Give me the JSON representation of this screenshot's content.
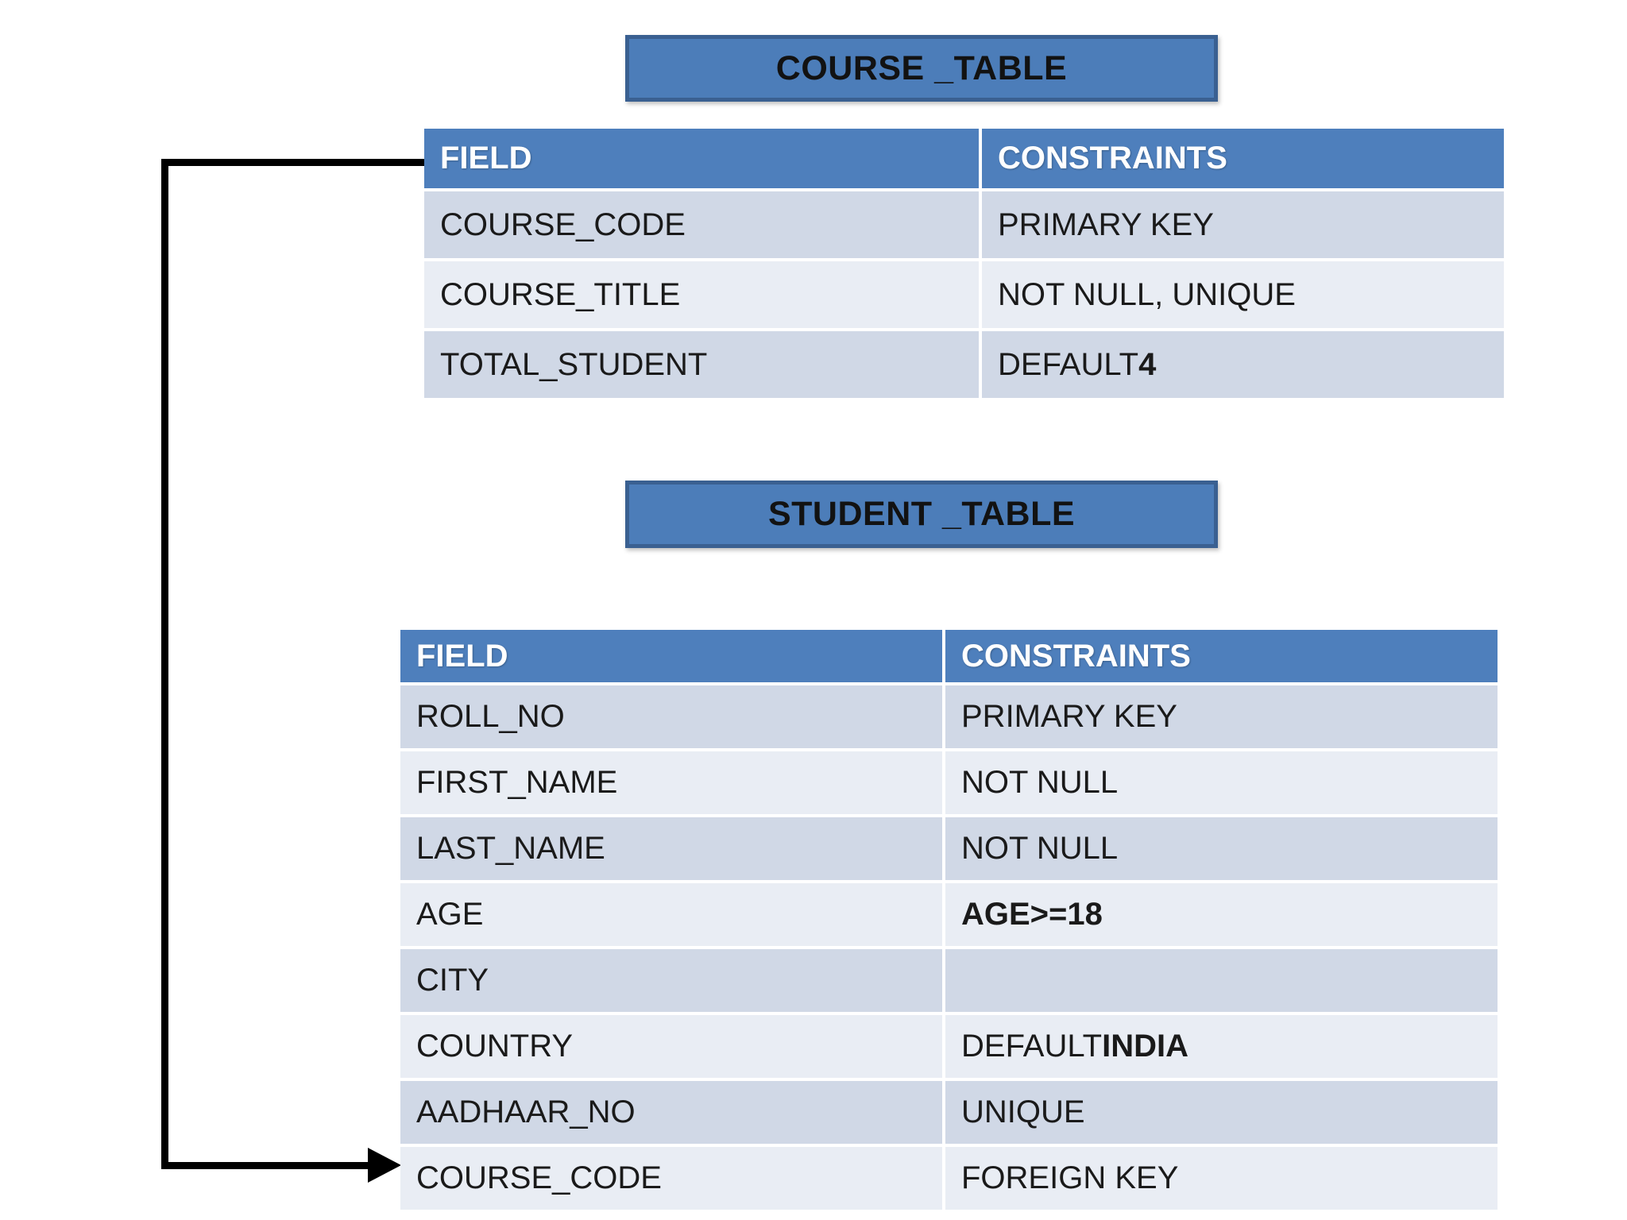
{
  "colors": {
    "header_blue": "#4E7FBC",
    "title_fill": "#4C7DB9",
    "title_border": "#3A6091",
    "row_dark": "#D0D8E6",
    "row_light": "#E9EDF4",
    "connector": "#000000",
    "body_text": "#1A1A1A"
  },
  "course_table": {
    "title": "COURSE _TABLE",
    "columns": [
      "FIELD",
      "CONSTRAINTS"
    ],
    "rows": [
      {
        "field": "COURSE_CODE",
        "constraint": "PRIMARY KEY",
        "constraint_bold": ""
      },
      {
        "field": "COURSE_TITLE",
        "constraint": "NOT NULL, UNIQUE",
        "constraint_bold": ""
      },
      {
        "field": "TOTAL_STUDENT",
        "constraint": "DEFAULT ",
        "constraint_bold": "4"
      }
    ]
  },
  "student_table": {
    "title": "STUDENT _TABLE",
    "columns": [
      "FIELD",
      "CONSTRAINTS"
    ],
    "rows": [
      {
        "field": "ROLL_NO",
        "constraint": "PRIMARY KEY",
        "constraint_bold": ""
      },
      {
        "field": "FIRST_NAME",
        "constraint": "NOT NULL",
        "constraint_bold": ""
      },
      {
        "field": "LAST_NAME",
        "constraint": "NOT NULL",
        "constraint_bold": ""
      },
      {
        "field": "AGE",
        "constraint": "",
        "constraint_bold": "AGE>=18"
      },
      {
        "field": "CITY",
        "constraint": "",
        "constraint_bold": ""
      },
      {
        "field": "COUNTRY",
        "constraint": "DEFAULT ",
        "constraint_bold": "INDIA"
      },
      {
        "field": "AADHAAR_NO",
        "constraint": "UNIQUE",
        "constraint_bold": ""
      },
      {
        "field": "COURSE_CODE",
        "constraint": "FOREIGN KEY",
        "constraint_bold": ""
      }
    ]
  },
  "relationship": {
    "from": "COURSE_TABLE.COURSE_CODE",
    "to": "STUDENT_TABLE.COURSE_CODE",
    "type": "FOREIGN KEY"
  }
}
